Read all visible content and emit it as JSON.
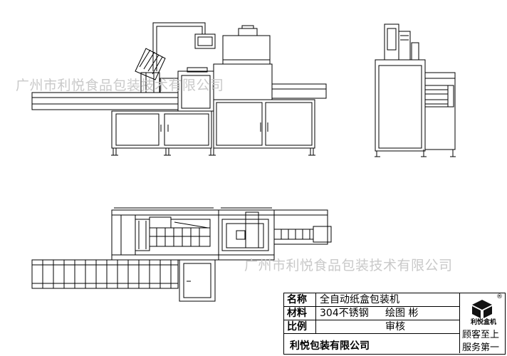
{
  "watermark": {
    "top": "广州市利悦食品包装技术有限公司",
    "bottom": "广州市利悦食品包装技术有限公司"
  },
  "title_block": {
    "rows": [
      {
        "key": "名称",
        "value": "全自动纸盒包装机",
        "extra": ""
      },
      {
        "key": "材料",
        "value": "304不锈钢",
        "extra": "绘图  彬"
      },
      {
        "key": "比例",
        "value": "",
        "extra": "审核"
      }
    ],
    "company": "利悦包装有限公司",
    "logo_text": "利悦盒机",
    "registered": "®",
    "slogan_line1": "顾客至上",
    "slogan_line2": "服务第一"
  }
}
